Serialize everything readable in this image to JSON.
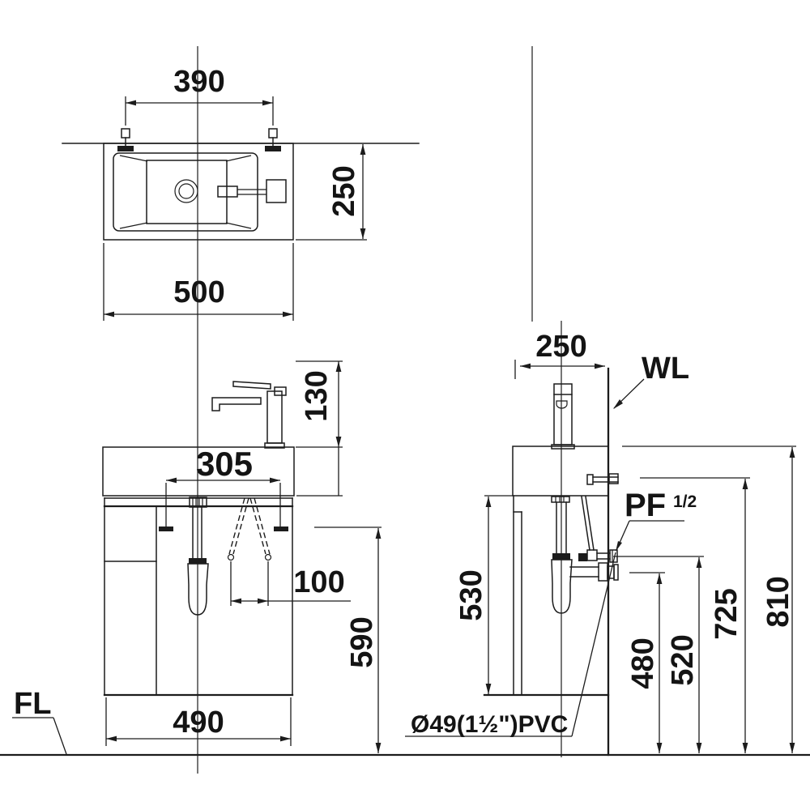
{
  "background": "#ffffff",
  "ink": "#1c1c1c",
  "views": {
    "top": {
      "dim_faucet_hole_spacing": "390",
      "dim_depth": "250",
      "dim_width": "500"
    },
    "front": {
      "dim_faucet_height": "130",
      "dim_hanger_spacing": "305",
      "dim_drain_offset": "100",
      "dim_hanger_height": "590",
      "dim_cabinet_width": "490",
      "floor_label": "FL"
    },
    "side": {
      "dim_depth": "250",
      "dim_cabinet_height": "530",
      "dim_drain_outlet_height": "480",
      "dim_supply_height": "520",
      "dim_bracket_height": "725",
      "dim_counter_height": "810",
      "wall_label": "WL",
      "supply_thread_label": "PF",
      "supply_thread_size": "1/2",
      "drain_pipe_label": "Ø49(1½\")PVC"
    }
  }
}
